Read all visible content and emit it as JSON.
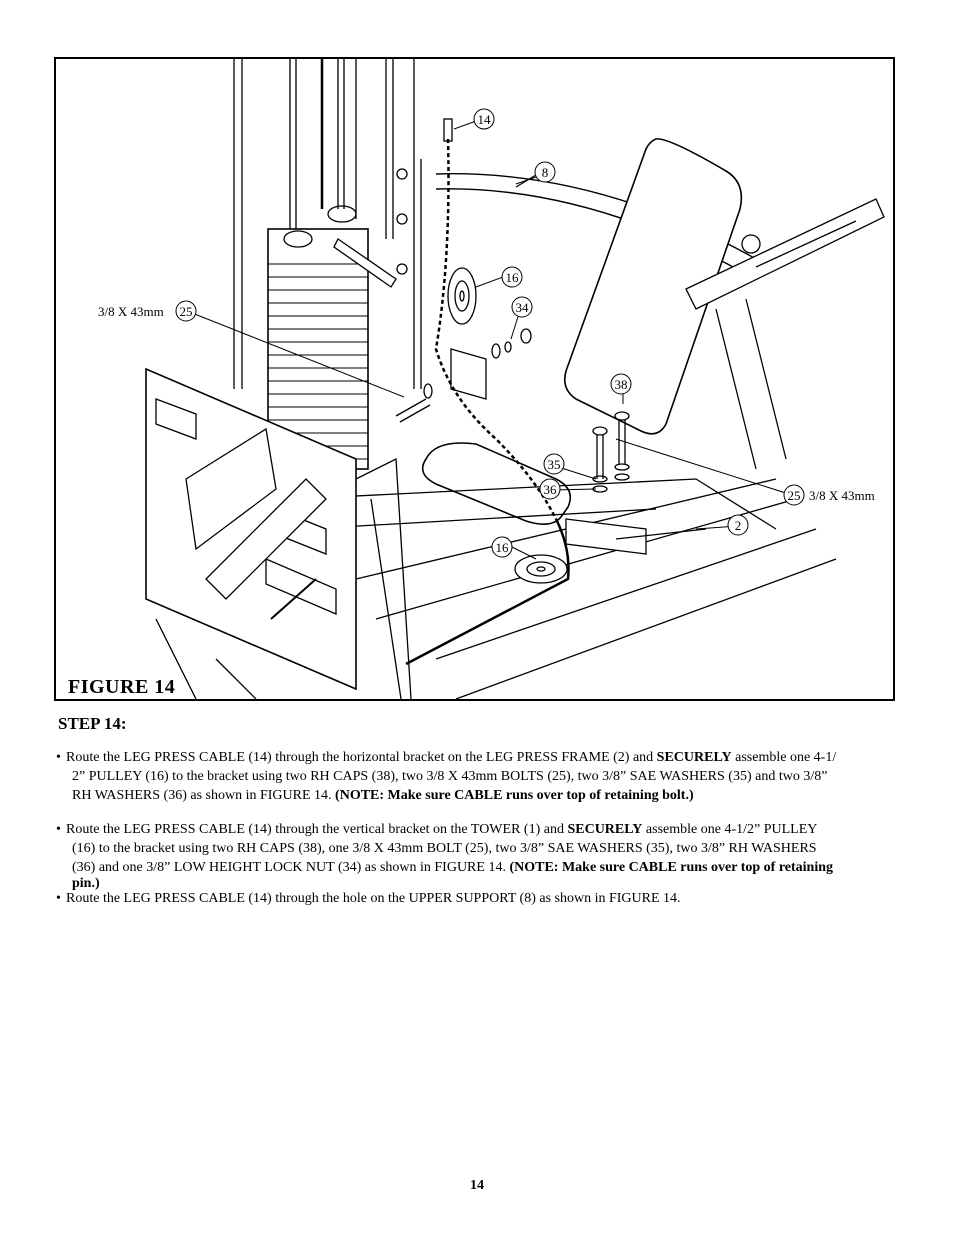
{
  "figure": {
    "title": "FIGURE  14",
    "callouts": {
      "c14": "14",
      "c8": "8",
      "c16a": "16",
      "c34": "34",
      "c25a": "25",
      "c38": "38",
      "c35": "35",
      "c36": "36",
      "c25b": "25",
      "c2": "2",
      "c16b": "16"
    },
    "bolt_label_left": "3/8 X 43mm",
    "bolt_label_right": "3/8 X 43mm"
  },
  "step": {
    "title": "STEP 14:",
    "bullet": "•",
    "p1": {
      "l1a": "Route the LEG PRESS CABLE (14) through the horizontal bracket on the LEG PRESS FRAME (2) and ",
      "l1b": "SECURELY",
      "l1c": " assemble one 4-1/",
      "l2": "2” PULLEY (16) to the bracket using two RH CAPS (38), two 3/8 X 43mm BOLTS (25), two 3/8” SAE WASHERS (35) and two 3/8”",
      "l3a": "RH WASHERS (36) as shown in FIGURE 14. ",
      "l3b": "(NOTE: Make sure CABLE runs over top of retaining bolt.)"
    },
    "p2": {
      "l1a": "Route the LEG PRESS CABLE (14) through the vertical bracket on the TOWER (1) and ",
      "l1b": "SECURELY",
      "l1c": " assemble one 4-1/2” PULLEY",
      "l2": "(16) to the bracket using two RH CAPS (38), one 3/8 X 43mm BOLT (25), two 3/8” SAE WASHERS (35), two 3/8” RH WASHERS",
      "l3a": "(36) and one 3/8” LOW HEIGHT LOCK NUT (34) as shown in FIGURE 14.  ",
      "l3b": "(NOTE: Make sure CABLE runs over top of retaining",
      "l4": "pin.)"
    },
    "p3": "Route the LEG PRESS CABLE (14) through the hole on the UPPER SUPPORT (8) as shown in FIGURE 14."
  },
  "page_number": "14"
}
